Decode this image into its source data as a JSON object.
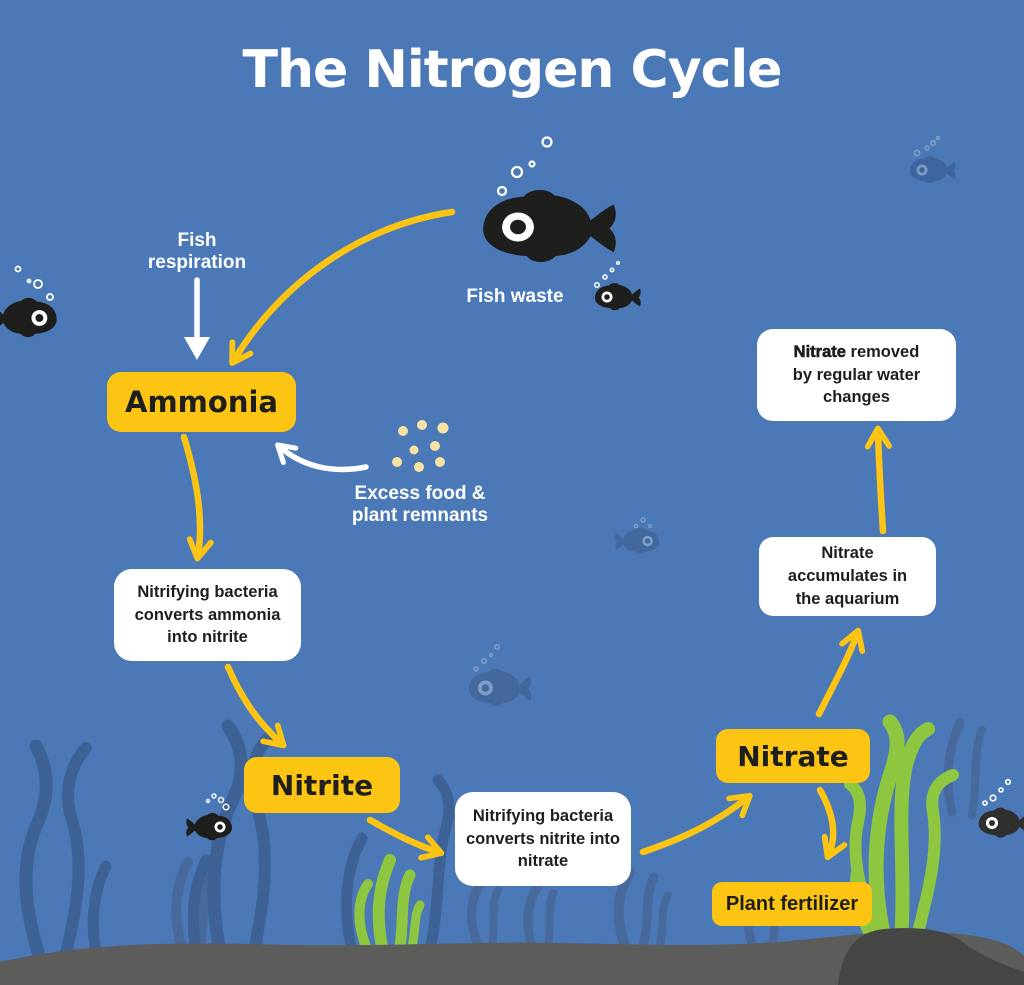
{
  "title": "The Nitrogen Cycle",
  "labels": {
    "fish_respiration": "Fish respiration",
    "fish_waste": "Fish waste",
    "excess_food": "Excess food & plant remnants"
  },
  "nodes": {
    "ammonia": {
      "label": "Ammonia"
    },
    "nitrite": {
      "label": "Nitrite"
    },
    "nitrate": {
      "label": "Nitrate"
    },
    "plant_fertilizer": {
      "label": "Plant fertilizer"
    },
    "ammonia_to_nitrite": {
      "text": "Nitrifying bacteria converts ammonia into nitrite"
    },
    "nitrite_to_nitrate": {
      "text": "Nitrifying bacteria converts nitrite into nitrate"
    },
    "nitrate_accumulates": {
      "text": "Nitrate accumulates in the aquarium"
    },
    "nitrate_removed": {
      "bold_text": "Nitrate",
      "text": "removed by regular water changes"
    }
  },
  "colors": {
    "background": "#4b79b7",
    "accent_yellow": "#fcc514",
    "box_text": "#1e1e1c",
    "white": "#ffffff",
    "green_seaweed": "#8ec63f",
    "dark_seaweed": "#3e6296",
    "faint_seaweed": "#47699c",
    "ground_gray": "#5d5d5b",
    "rock_dark": "#464644",
    "food_particles": "#f6e3a4"
  },
  "decorations": {
    "fish_icons": [
      "black-fish-large",
      "black-fish-small",
      "black-fish-left",
      "black-fish-bottom-left",
      "dark-fish-bottom-right",
      "silhouette-fish-top-right",
      "silhouette-fish-middle",
      "silhouette-fish-center-left"
    ],
    "plant_icons": [
      "green-seaweed-center",
      "green-seaweed-right",
      "blue-seaweed-left",
      "blue-seaweed-midleft",
      "blue-seaweed-center",
      "faint-seaweed-clusters"
    ],
    "other_icons": [
      "air-bubbles",
      "food-particles",
      "gray-substrate",
      "dark-rock"
    ]
  }
}
